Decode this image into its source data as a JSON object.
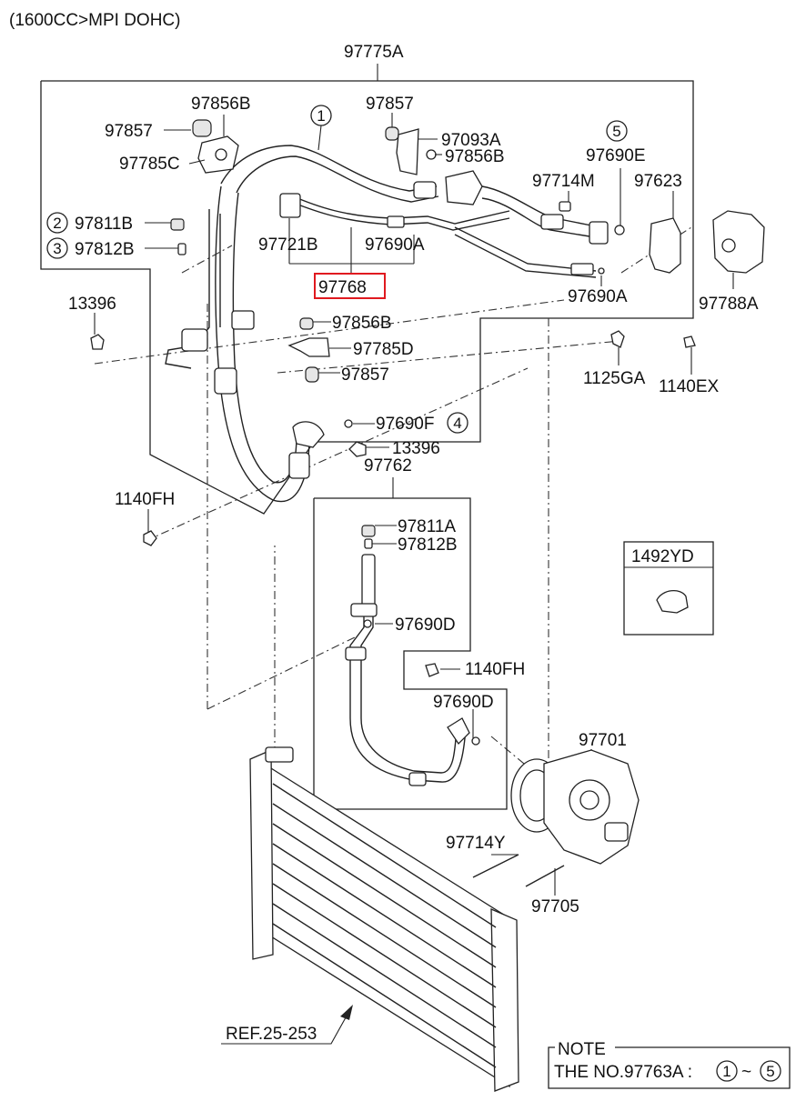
{
  "header": {
    "engine_text": "(1600CC>MPI DOHC)"
  },
  "callouts": {
    "assy_main": "97775A",
    "c_97856B_top": "97856B",
    "c_97857_left": "97857",
    "c_97785C": "97785C",
    "c_97857_mid": "97857",
    "c_97093A": "97093A",
    "c_97856B_mid": "97856B",
    "c_97690E": "97690E",
    "c_97714M": "97714M",
    "c_97623": "97623",
    "c_97811B": "97811B",
    "c_97812B": "97812B",
    "c_97721B": "97721B",
    "c_97690A_a": "97690A",
    "c_97768": "97768",
    "c_97690A_b": "97690A",
    "c_97788A": "97788A",
    "c_13396_a": "13396",
    "c_97856B_low": "97856B",
    "c_97785D": "97785D",
    "c_97857_low": "97857",
    "c_1125GA": "1125GA",
    "c_1140EX": "1140EX",
    "c_97690F": "97690F",
    "c_13396_b": "13396",
    "c_97762": "97762",
    "c_1140FH_a": "1140FH",
    "c_97811A": "97811A",
    "c_97812B_b": "97812B",
    "c_1492YD": "1492YD",
    "c_97690D_a": "97690D",
    "c_1140FH_b": "1140FH",
    "c_97690D_b": "97690D",
    "c_97701": "97701",
    "c_97714Y": "97714Y",
    "c_97705": "97705",
    "c_ref": "REF.25-253"
  },
  "circled": {
    "n1": "1",
    "n2": "2",
    "n3": "3",
    "n4": "4",
    "n5": "5",
    "note_from": "1",
    "note_to": "5"
  },
  "note": {
    "title": "NOTE",
    "text": "THE NO.97763A :",
    "tilde": "~"
  },
  "colors": {
    "highlight": "#e0191f",
    "ink": "#222222"
  }
}
